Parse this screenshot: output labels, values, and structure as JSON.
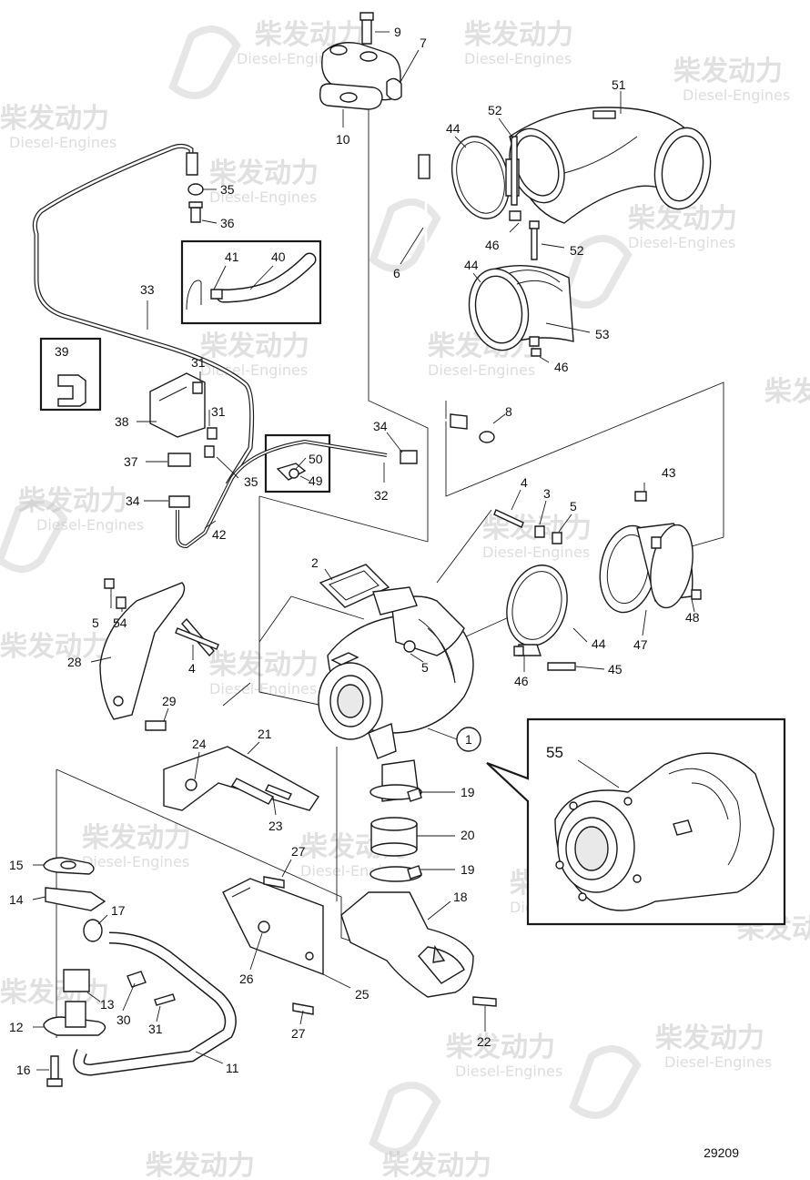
{
  "drawing_number": "29209",
  "watermark": {
    "brand_text": "柴发动力",
    "sub_text": "Diesel-Engines"
  },
  "callouts": [
    {
      "id": "c9",
      "label": "9"
    },
    {
      "id": "c7",
      "label": "7"
    },
    {
      "id": "c10",
      "label": "10"
    },
    {
      "id": "c51",
      "label": "51"
    },
    {
      "id": "c52a",
      "label": "52"
    },
    {
      "id": "c44a",
      "label": "44"
    },
    {
      "id": "c35a",
      "label": "35"
    },
    {
      "id": "c36",
      "label": "36"
    },
    {
      "id": "c46a",
      "label": "46"
    },
    {
      "id": "c52b",
      "label": "52"
    },
    {
      "id": "c41",
      "label": "41"
    },
    {
      "id": "c40",
      "label": "40"
    },
    {
      "id": "c6",
      "label": "6"
    },
    {
      "id": "c44b",
      "label": "44"
    },
    {
      "id": "c33",
      "label": "33"
    },
    {
      "id": "c53",
      "label": "53"
    },
    {
      "id": "c39",
      "label": "39"
    },
    {
      "id": "c46b",
      "label": "46"
    },
    {
      "id": "c31a",
      "label": "31"
    },
    {
      "id": "c31b",
      "label": "31"
    },
    {
      "id": "c8",
      "label": "8"
    },
    {
      "id": "c38",
      "label": "38"
    },
    {
      "id": "c34a",
      "label": "34"
    },
    {
      "id": "c37",
      "label": "37"
    },
    {
      "id": "c35b",
      "label": "35"
    },
    {
      "id": "c50",
      "label": "50"
    },
    {
      "id": "c49",
      "label": "49"
    },
    {
      "id": "c32",
      "label": "32"
    },
    {
      "id": "c43",
      "label": "43"
    },
    {
      "id": "c34b",
      "label": "34"
    },
    {
      "id": "c42",
      "label": "42"
    },
    {
      "id": "c4a",
      "label": "4"
    },
    {
      "id": "c3",
      "label": "3"
    },
    {
      "id": "c5a",
      "label": "5"
    },
    {
      "id": "c2",
      "label": "2"
    },
    {
      "id": "c5b",
      "label": "5"
    },
    {
      "id": "c54",
      "label": "54"
    },
    {
      "id": "c48",
      "label": "48"
    },
    {
      "id": "c28",
      "label": "28"
    },
    {
      "id": "c4b",
      "label": "4"
    },
    {
      "id": "c5c",
      "label": "5"
    },
    {
      "id": "c44c",
      "label": "44"
    },
    {
      "id": "c47",
      "label": "47"
    },
    {
      "id": "c46c",
      "label": "46"
    },
    {
      "id": "c45",
      "label": "45"
    },
    {
      "id": "c29",
      "label": "29"
    },
    {
      "id": "c1",
      "label": "1"
    },
    {
      "id": "c55",
      "label": "55"
    },
    {
      "id": "c21",
      "label": "21"
    },
    {
      "id": "c24",
      "label": "24"
    },
    {
      "id": "c19a",
      "label": "19"
    },
    {
      "id": "c23",
      "label": "23"
    },
    {
      "id": "c20",
      "label": "20"
    },
    {
      "id": "c15",
      "label": "15"
    },
    {
      "id": "c27a",
      "label": "27"
    },
    {
      "id": "c19b",
      "label": "19"
    },
    {
      "id": "c14",
      "label": "14"
    },
    {
      "id": "c17",
      "label": "17"
    },
    {
      "id": "c18",
      "label": "18"
    },
    {
      "id": "c26",
      "label": "26"
    },
    {
      "id": "c25",
      "label": "25"
    },
    {
      "id": "c13",
      "label": "13"
    },
    {
      "id": "c30",
      "label": "30"
    },
    {
      "id": "c31c",
      "label": "31"
    },
    {
      "id": "c12",
      "label": "12"
    },
    {
      "id": "c27b",
      "label": "27"
    },
    {
      "id": "c22",
      "label": "22"
    },
    {
      "id": "c16",
      "label": "16"
    },
    {
      "id": "c11",
      "label": "11"
    }
  ]
}
